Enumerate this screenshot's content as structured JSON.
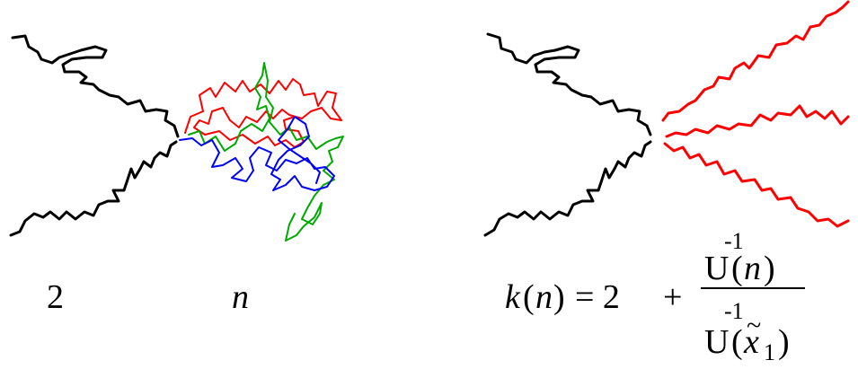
{
  "left_figure": {
    "label_two": "2",
    "label_n": "n",
    "legs_color": "#000000",
    "walk_colors": [
      "#ff0000",
      "#00aa00",
      "#0000ff"
    ]
  },
  "right_figure": {
    "legs_color": "#000000",
    "out_legs_color": "#ff0000"
  },
  "formula": {
    "k": "k",
    "lparen1": "(",
    "n1": "n",
    "rparen1": ")",
    "equals_two": "= 2",
    "plus": "+",
    "num_minus1": "-1",
    "num_U": "U",
    "num_lparen": "(",
    "num_n": "n",
    "num_rparen": ")",
    "den_minus1": "-1",
    "den_U": "U",
    "den_lparen": "(",
    "den_x": "x",
    "den_tilde": "~",
    "den_sub": "1",
    "den_rparen": ")"
  }
}
